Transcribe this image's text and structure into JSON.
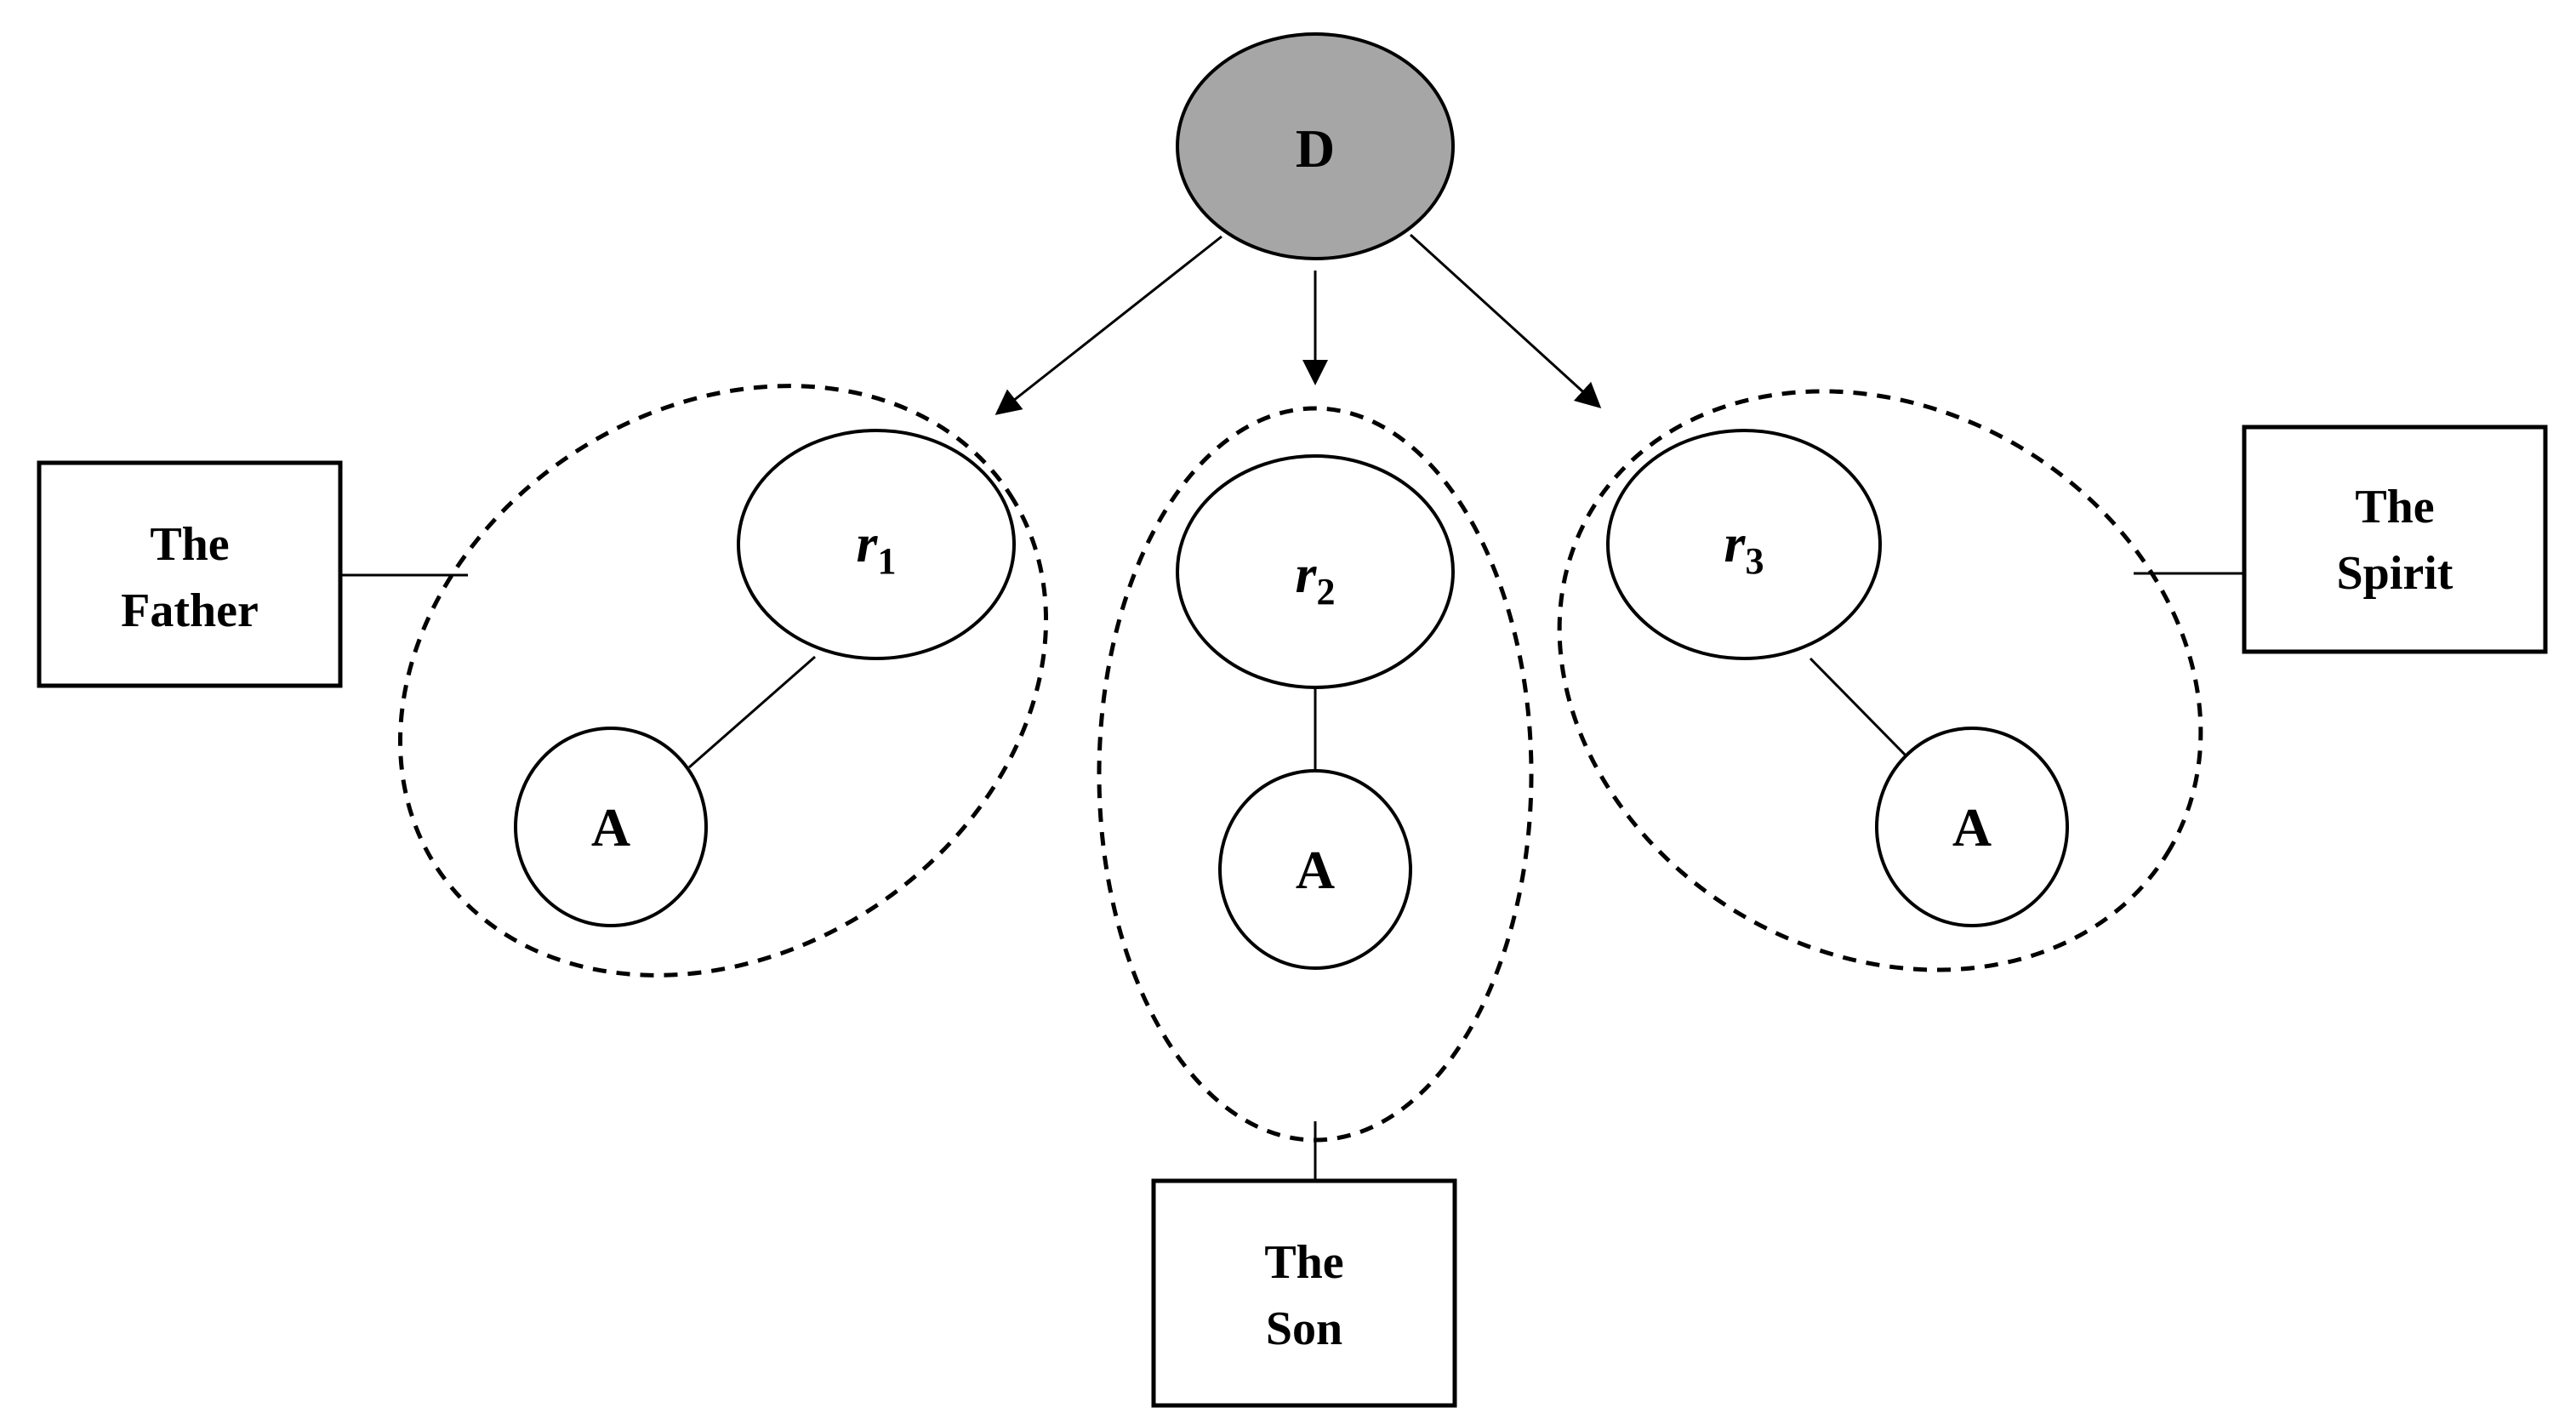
{
  "nodes": {
    "root": {
      "label": "D",
      "fill": "#a6a6a6"
    },
    "relations": [
      {
        "base": "r",
        "subscript": "1"
      },
      {
        "base": "r",
        "subscript": "2"
      },
      {
        "base": "r",
        "subscript": "3"
      }
    ],
    "attribute_label": "A"
  },
  "persons": {
    "father": {
      "line1": "The",
      "line2": "Father"
    },
    "son": {
      "line1": "The",
      "line2": "Son"
    },
    "spirit": {
      "line1": "The",
      "line2": "Spirit"
    }
  }
}
